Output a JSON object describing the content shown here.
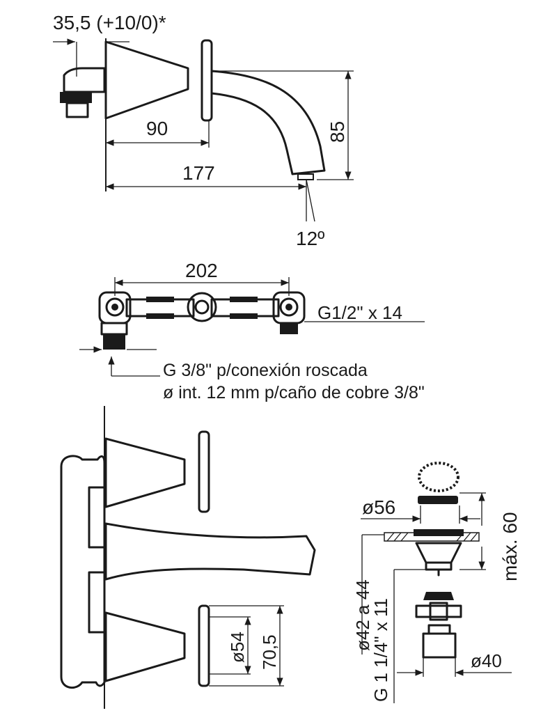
{
  "dimensions": {
    "mount_depth": "35,5 (+10/0)*",
    "spout_projection_90": "90",
    "total_length": "177",
    "spout_height": "85",
    "outlet_angle": "12º",
    "valve_spacing": "202",
    "inlet_thread": "G1/2\" x 14",
    "flange_diameter": "ø54",
    "flange_height": "70,5",
    "drain_cap_diameter": "ø56",
    "drain_max_thickness": "máx. 60",
    "drain_hole_range": "ø42 a 44",
    "drain_thread": "G 1 1/4\" x 11",
    "tail_diameter": "ø40"
  },
  "notes": {
    "connection_line_1": "G 3/8\" p/conexión roscada",
    "connection_line_2": "ø int. 12 mm p/caño de cobre 3/8\""
  },
  "colors": {
    "ink": "#1a1a1a",
    "background": "#ffffff"
  }
}
